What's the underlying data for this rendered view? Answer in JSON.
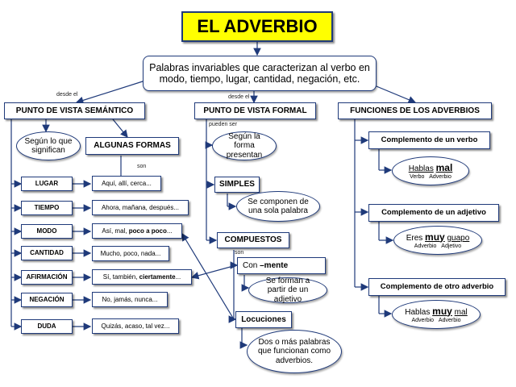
{
  "title": "EL ADVERBIO",
  "definition": "Palabras invariables que caracterizan al verbo en modo, tiempo, lugar, cantidad, negación, etc.",
  "connectors": {
    "desde_el_left": "desde el",
    "desde_el_mid": "desde el",
    "pueden_ser": "pueden ser",
    "son_formas": "son",
    "son_compuestos": "son"
  },
  "semantic": {
    "header": "PUNTO DE VISTA SEMÁNTICO",
    "note": "Según lo que significan",
    "forms_label": "ALGUNAS FORMAS",
    "categories": [
      {
        "name": "LUGAR",
        "examples": "Aquí, allí, cerca..."
      },
      {
        "name": "TIEMPO",
        "examples": "Ahora, mañana, después..."
      },
      {
        "name": "MODO",
        "examples_plain": "Así, mal, ",
        "examples_bold": "poco a poco",
        "examples_tail": "..."
      },
      {
        "name": "CANTIDAD",
        "examples": "Mucho, poco, nada..."
      },
      {
        "name": "AFIRMACIÓN",
        "examples_plain": "Sí, también, ",
        "examples_bold": "ciertamente",
        "examples_tail": "..."
      },
      {
        "name": "NEGACIÓN",
        "examples": "No, jamás, nunca..."
      },
      {
        "name": "DUDA",
        "examples": "Quizás, acaso, tal vez..."
      }
    ]
  },
  "formal": {
    "header": "PUNTO DE VISTA FORMAL",
    "note": "Según la forma presentan",
    "simples": "SIMPLES",
    "simples_desc": "Se componen de una sola palabra",
    "compuestos": "COMPUESTOS",
    "con_mente_prefix": "Con ",
    "con_mente_bold": "–mente",
    "mente_desc": "Se forman a partir de un adjetivo",
    "locuciones": "Locuciones",
    "locuciones_desc": "Dos o más palabras que funcionan como adverbios."
  },
  "functions": {
    "header": "FUNCIONES DE LOS ADVERBIOS",
    "items": [
      {
        "label": "Complemento de un verbo",
        "ex_word1": "Hablas",
        "ex_word2": "mal",
        "tag1": "Verbo",
        "tag2": "Adverbio"
      },
      {
        "label": "Complemento de un adjetivo",
        "ex_word1": "Eres",
        "ex_word2": "muy",
        "ex_word3": "guapo",
        "tag1": "Adverbio",
        "tag2": "Adjetivo"
      },
      {
        "label": "Complemento de otro adverbio",
        "ex_word1": "Hablas",
        "ex_word2": "muy",
        "ex_word3": "mal",
        "tag1": "Adverbio",
        "tag2": "Adverbio"
      }
    ]
  }
}
